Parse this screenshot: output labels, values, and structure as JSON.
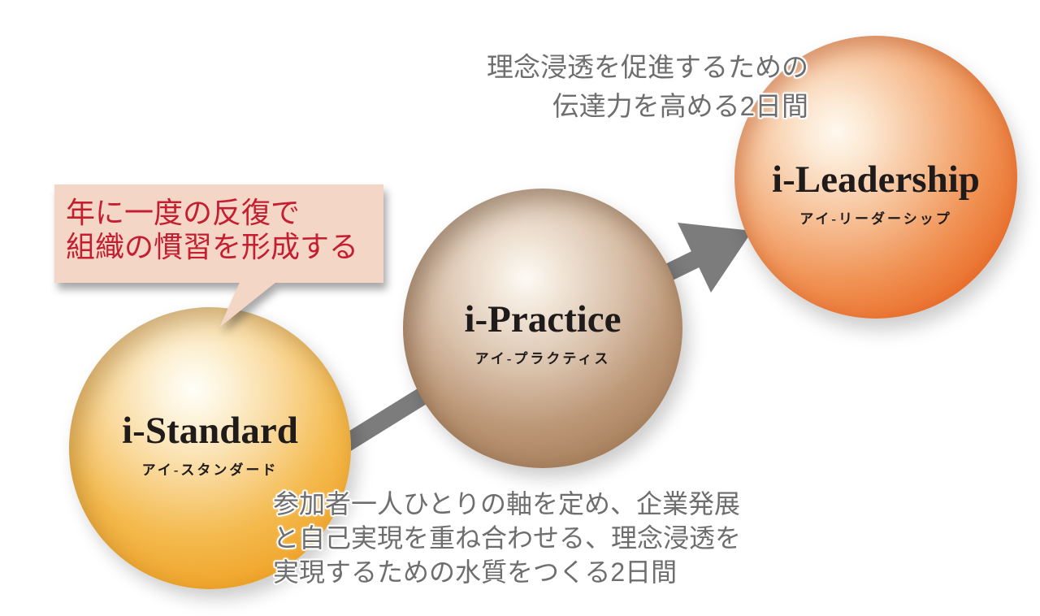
{
  "diagram_title": "i-Program three-step flow",
  "callout": {
    "lines": [
      "年に一度の反復で",
      "組織の慣習を形成する"
    ],
    "bg_color": "#f3d6c6",
    "text_color": "#c41e31"
  },
  "top_note": {
    "lines": [
      "理念浸透を促進するための",
      "伝達力を高める2日間"
    ],
    "text_color": "#6f6e6f"
  },
  "bottom_note": {
    "lines": [
      "参加者一人ひとりの軸を定め、企業発展",
      "と自己実現を重ね合わせる、理念浸透を",
      "実現するための水質をつくる2日間"
    ],
    "text_color": "#6f6e6f"
  },
  "spheres": [
    {
      "id": "i-standard",
      "en": "i-Standard",
      "kana": "アイ-スタンダード",
      "base_color": "#f0a52b"
    },
    {
      "id": "i-practice",
      "en": "i-Practice",
      "kana": "アイ-プラクティス",
      "base_color": "#a8815e"
    },
    {
      "id": "i-leadership",
      "en": "i-Leadership",
      "kana": "アイ-リーダーシップ",
      "base_color": "#e4591c"
    }
  ],
  "arrows": {
    "color": "#7c7c7c",
    "connections": [
      {
        "from": "i-standard",
        "to": "i-practice"
      },
      {
        "from": "i-practice",
        "to": "i-leadership"
      }
    ]
  }
}
